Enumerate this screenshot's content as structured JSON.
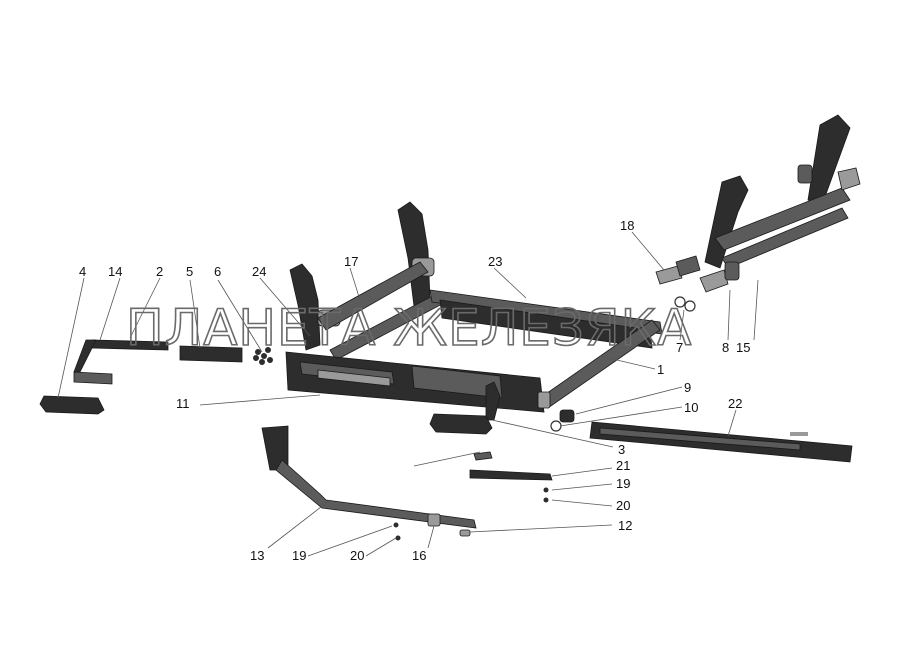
{
  "watermark": "ПЛАНЕТА ЖЕЛЕЗЯКА",
  "callouts": [
    "1",
    "2",
    "3",
    "4",
    "5",
    "6",
    "7",
    "8",
    "9",
    "10",
    "11",
    "12",
    "13",
    "14",
    "15",
    "16",
    "17",
    "18",
    "19",
    "19",
    "20",
    "20",
    "21",
    "22",
    "23",
    "24"
  ]
}
